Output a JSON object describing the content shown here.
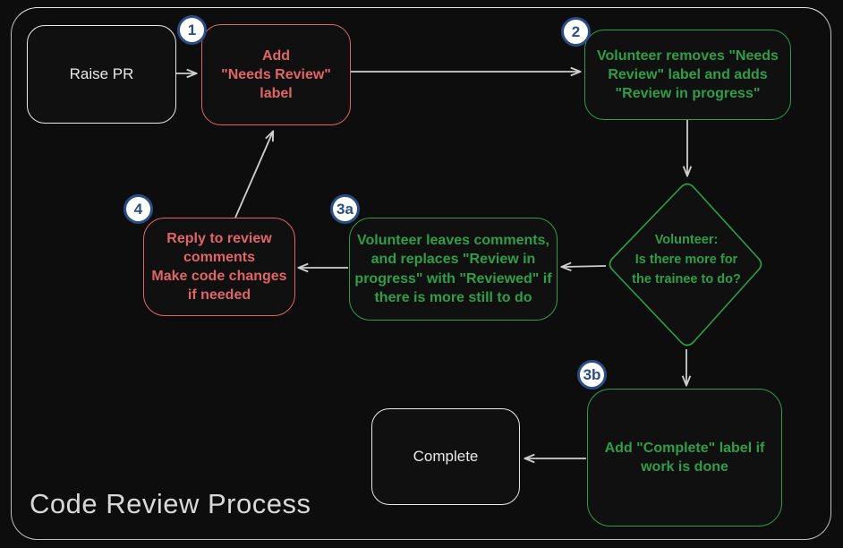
{
  "title": "Code Review Process",
  "colors": {
    "red": "#e16567",
    "green": "#2f9e48",
    "badge_blue": "#2b4c86",
    "neutral": "#e9e9e9",
    "arrow": "#cfcfcf",
    "background": "#0d0d0d"
  },
  "nodes": [
    {
      "id": "raise-pr",
      "label": "Raise PR"
    },
    {
      "id": "add-needs-review-label",
      "badge": "1",
      "label": "Add\n\"Needs Review\"\nlabel"
    },
    {
      "id": "volunteer-removes-label",
      "badge": "2",
      "label": "Volunteer removes \"Needs\nReview\" label and adds\n\"Review in progress\""
    },
    {
      "id": "decision-more-for-trainee",
      "label": "Volunteer:\nIs there more for\nthe trainee to do?"
    },
    {
      "id": "volunteer-leaves-comments",
      "badge": "3a",
      "label": "Volunteer leaves comments,\nand replaces \"Review in\nprogress\" with \"Reviewed\" if\nthere is more still to do"
    },
    {
      "id": "reply-to-review-comments",
      "badge": "4",
      "label": "Reply to review\ncomments\nMake code changes\nif needed"
    },
    {
      "id": "add-complete-label",
      "badge": "3b",
      "label": "Add \"Complete\" label if\nwork is done"
    },
    {
      "id": "complete",
      "label": "Complete"
    }
  ]
}
